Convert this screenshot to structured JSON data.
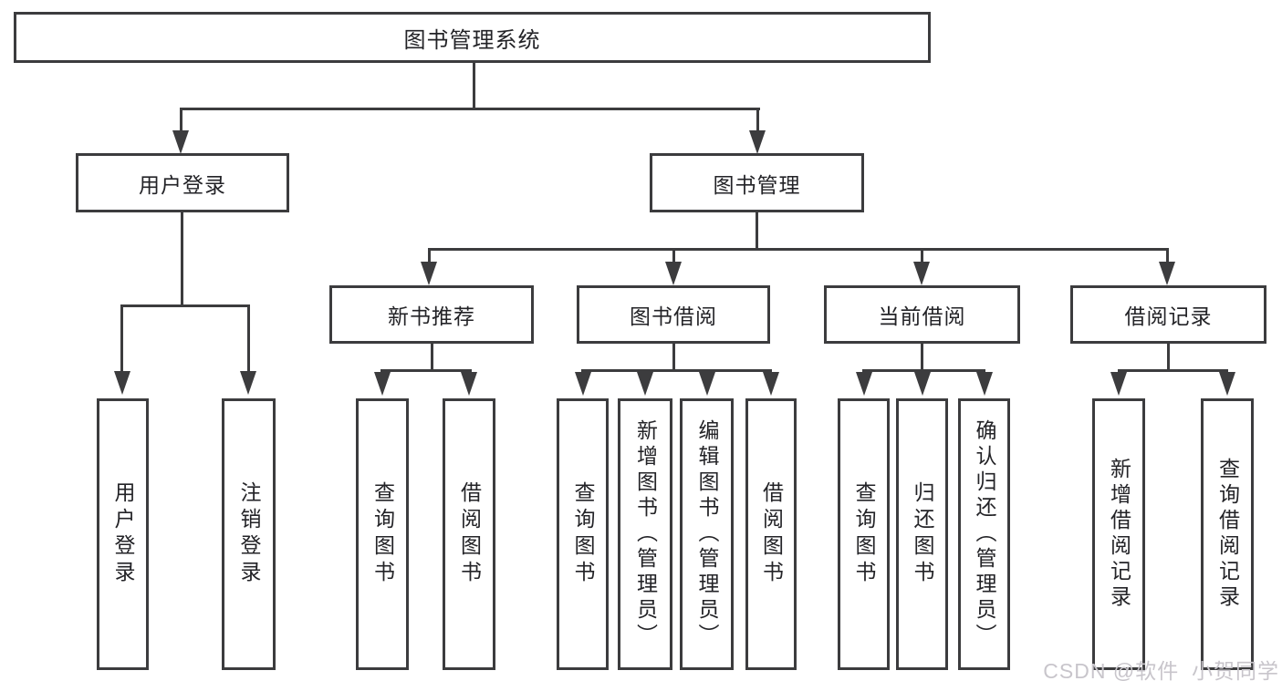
{
  "diagram": {
    "type": "tree",
    "orientation": "top-down",
    "colors": {
      "background": "#ffffff",
      "line": "#3c3c3e",
      "box_border": "#3c3c3e",
      "box_fill": "#ffffff",
      "text": "#232327",
      "watermark": "#c8c5cb"
    },
    "root": {
      "label": "图书管理系统",
      "children": [
        {
          "label": "用户登录",
          "children": [
            {
              "label": "用户登录"
            },
            {
              "label": "注销登录"
            }
          ]
        },
        {
          "label": "图书管理",
          "children": [
            {
              "label": "新书推荐",
              "children": [
                {
                  "label": "查询图书"
                },
                {
                  "label": "借阅图书"
                }
              ]
            },
            {
              "label": "图书借阅",
              "children": [
                {
                  "label": "查询图书"
                },
                {
                  "label": "新增图书（管理员）"
                },
                {
                  "label": "编辑图书（管理员）"
                },
                {
                  "label": "借阅图书"
                }
              ]
            },
            {
              "label": "当前借阅",
              "children": [
                {
                  "label": "查询图书"
                },
                {
                  "label": "归还图书"
                },
                {
                  "label": "确认归还（管理员）"
                }
              ]
            },
            {
              "label": "借阅记录",
              "children": [
                {
                  "label": "新增借阅记录"
                },
                {
                  "label": "查询借阅记录"
                }
              ]
            }
          ]
        }
      ]
    },
    "watermark": "CSDN @软件_小贺同学"
  }
}
